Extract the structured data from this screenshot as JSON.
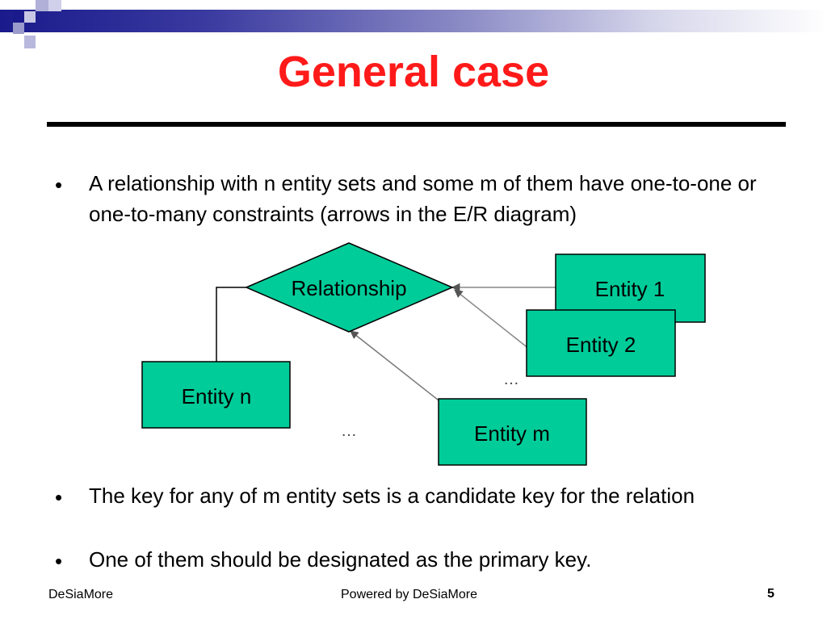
{
  "slide": {
    "title": "General case",
    "bullets": [
      "A relationship with n entity sets and some m of them have one-to-one or one-to-many constraints (arrows in the E/R diagram)",
      "The key for any of m entity sets is a candidate key for the relation",
      "One of them should be designated as the primary key."
    ]
  },
  "diagram": {
    "relationship_label": "Relationship",
    "entities": {
      "entity1": "Entity 1",
      "entity2": "Entity 2",
      "entitym": "Entity m",
      "entityn": "Entity n"
    },
    "ellipsis_right": "…",
    "ellipsis_left": "…",
    "fill_color": "#00cc99"
  },
  "footer": {
    "left": "DeSiaMore",
    "center": "Powered by DeSiaMore",
    "page_number": "5"
  },
  "colors": {
    "title": "#ff1a1a",
    "band_dark": "#1a1a8c"
  }
}
